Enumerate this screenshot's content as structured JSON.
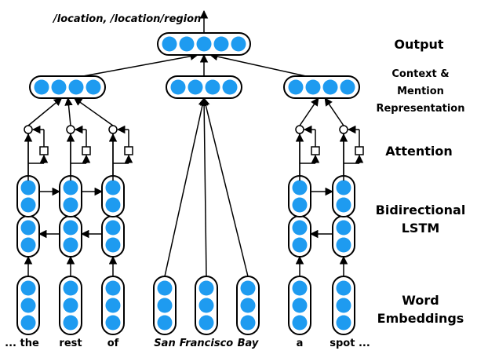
{
  "prediction": "/location, /location/region",
  "labels": {
    "output": "Output",
    "context_line1": "Context &",
    "context_line2": "Mention",
    "context_line3": "Representation",
    "attention": "Attention",
    "lstm_line1": "Bidirectional",
    "lstm_line2": "LSTM",
    "embeddings_line1": "Word",
    "embeddings_line2": "Embeddings"
  },
  "tokens": [
    {
      "text": "... the",
      "mention": false
    },
    {
      "text": "rest",
      "mention": false
    },
    {
      "text": "of",
      "mention": false
    },
    {
      "text": "San",
      "mention": true
    },
    {
      "text": "Francisco",
      "mention": true
    },
    {
      "text": "Bay",
      "mention": true
    },
    {
      "text": "a",
      "mention": false
    },
    {
      "text": "spot ...",
      "mention": false
    }
  ],
  "colors": {
    "node_fill": "#1e9bf0",
    "line": "#000000",
    "background": "#ffffff"
  }
}
